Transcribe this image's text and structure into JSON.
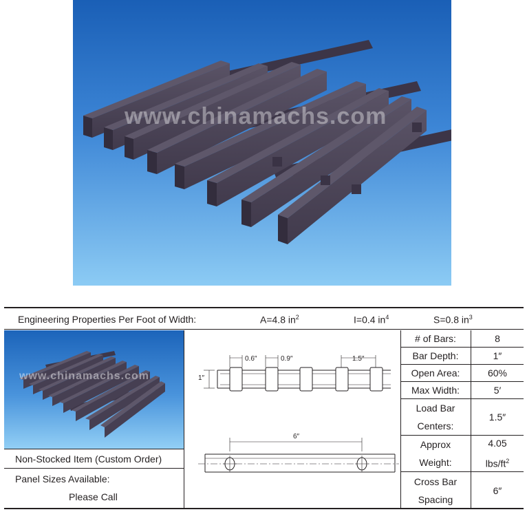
{
  "watermark": "www.chinamachs.com",
  "header": {
    "title": "Engineering Properties Per Foot of Width:",
    "area": "A=4.8 in",
    "area_exp": "2",
    "inertia": "I=0.4 in",
    "inertia_exp": "4",
    "section": "S=0.8 in",
    "section_exp": "3"
  },
  "left": {
    "stock_note": "Non-Stocked Item (Custom Order)",
    "panel_label": "Panel Sizes Available:",
    "panel_value": "Please Call"
  },
  "drawing": {
    "dim_a": "0.6″",
    "dim_b": "0.9″",
    "dim_c": "1.5″",
    "dim_depth": "1″",
    "dim_cross": "6″"
  },
  "properties": [
    {
      "label": "# of Bars:",
      "value": "8"
    },
    {
      "label": "Bar Depth:",
      "value": "1″"
    },
    {
      "label": "Open Area:",
      "value": "60%"
    },
    {
      "label": "Max Width:",
      "value": "5′"
    },
    {
      "label_1": "Load Bar",
      "label_2": "Centers:",
      "value": "1.5″"
    },
    {
      "label_1": "Approx",
      "label_2": "Weight:",
      "value_1": "4.05",
      "value_2": "lbs/ft",
      "value_exp": "2"
    },
    {
      "label_1": "Cross Bar",
      "label_2": "Spacing",
      "value": "6″"
    }
  ],
  "colors": {
    "bar": "#4a4356",
    "bar_side": "#352f40",
    "bar_top": "#5b5467",
    "rule": "#231f20"
  }
}
